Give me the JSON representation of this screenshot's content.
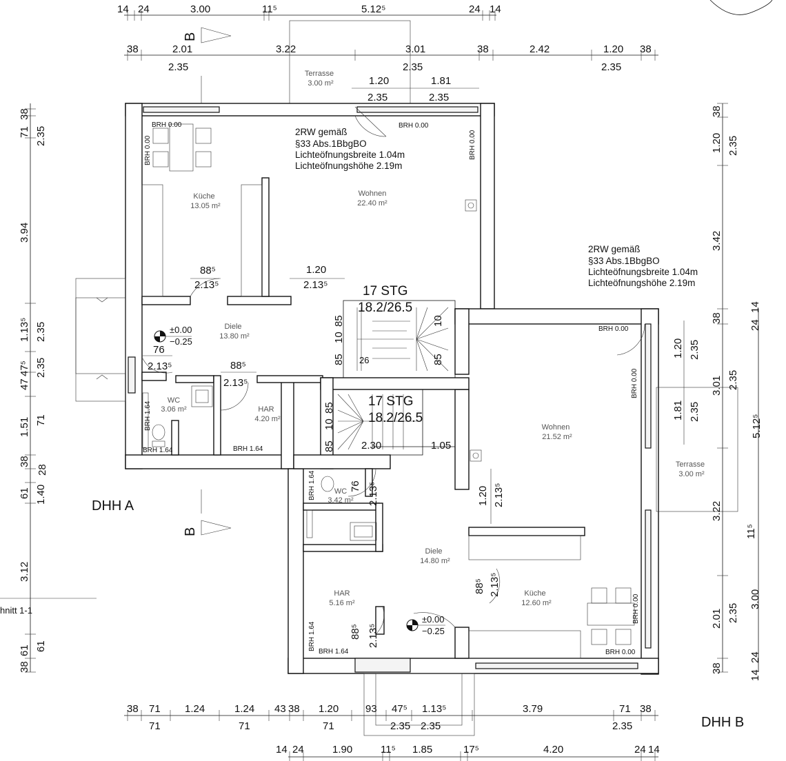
{
  "labels": {
    "dhh_a": "DHH A",
    "dhh_b": "DHH B",
    "schnitt": "hnitt 1-1",
    "section_b": "B"
  },
  "notes": {
    "rw_line1": "2RW gemäß",
    "rw_line2": "§33 Abs.1BbgBO",
    "rw_line3": "Lichteöfnungsbreite 1.04m",
    "rw_line4": "Lichteöfnungshöhe 2.19m"
  },
  "rooms": {
    "terrasse_a": {
      "name": "Terrasse",
      "area": "3.00 m²"
    },
    "kueche_a": {
      "name": "Küche",
      "area": "13.05 m²"
    },
    "wohnen_a": {
      "name": "Wohnen",
      "area": "22.40 m²"
    },
    "diele_a": {
      "name": "Diele",
      "area": "13.80 m²"
    },
    "wc_a": {
      "name": "WC",
      "area": "3.06 m²"
    },
    "har_a": {
      "name": "HAR",
      "area": "4.20 m²"
    },
    "wohnen_b": {
      "name": "Wohnen",
      "area": "21.52 m²"
    },
    "terrasse_b": {
      "name": "Terrasse",
      "area": "3.00 m²"
    },
    "wc_b": {
      "name": "WC",
      "area": "3.42 m²"
    },
    "diele_b": {
      "name": "Diele",
      "area": "14.80 m²"
    },
    "har_b": {
      "name": "HAR",
      "area": "5.16 m²"
    },
    "kueche_b": {
      "name": "Küche",
      "area": "12.60 m²"
    }
  },
  "stairs": {
    "a_line1": "17 STG",
    "a_line2": "18.2/26.5",
    "b_line1": "17 STG",
    "b_line2": "18.2/26.5",
    "a_r1": "85",
    "a_r2": "10",
    "a_r3": "85",
    "a_r4": "10",
    "a_r5": "85",
    "a_26": "26",
    "b_r1": "85",
    "b_r2": "10",
    "b_r3": "85",
    "b_230": "2.30",
    "b_105": "1.05"
  },
  "brh": {
    "a1": "BRH 0.00",
    "a2": "BRH 0.00",
    "a3": "BRH 0.00",
    "a4": "BRH 0.00",
    "a5": "BRH 1.64",
    "a6": "BRH 1.64",
    "a7": "BRH 1.64",
    "b1": "BRH 0.00",
    "b2": "BRH 0.00",
    "b3": "BRH 1.64",
    "b4": "BRH 0.00",
    "b5": "BRH 0.00",
    "b6": "BRH 1.64",
    "b7": "BRH 1.64"
  },
  "levels": {
    "a_plus": "±0.00",
    "a_minus": "−0.25",
    "b_plus": "±0.00",
    "b_minus": "−0.25"
  },
  "door_dims": {
    "d1a": "88⁵",
    "d1b": "2.13⁵",
    "d2a": "1.20",
    "d2b": "2.13⁵",
    "d3a": "76",
    "d3b": "2.13⁵",
    "d4a": "88⁵",
    "d4b": "2.13⁵",
    "d5a": "1.20",
    "d5b": "2.35",
    "d6a": "1.20",
    "d6b": "2.35",
    "d7a": "1.81",
    "d7b": "2.35",
    "d8a": "76",
    "d8b": "2.13⁵",
    "d9a": "1.20",
    "d9b": "2.13⁵",
    "d10a": "88⁵",
    "d10b": "2.13⁵",
    "d11a": "88⁵",
    "d11b": "2.13⁵",
    "d12a": "1.81",
    "d12b": "2.35",
    "d13a": "1.20",
    "d13b": "2.35"
  },
  "dims_top": {
    "r1": [
      "14",
      "24",
      "3.00",
      "11⁵",
      "5.12⁵",
      "24",
      "14"
    ],
    "r2": [
      "38",
      "2.01",
      "3.22",
      "3.01",
      "38",
      "2.42",
      "1.20",
      "38"
    ],
    "r2b": [
      "2.35",
      "2.35",
      "2.35"
    ]
  },
  "dims_bottom": {
    "r1": [
      "38",
      "71",
      "1.24",
      "1.24",
      "43",
      "38",
      "1.20",
      "93",
      "47⁵",
      "1.13⁵",
      "3.79",
      "71",
      "38"
    ],
    "r1b": [
      "71",
      "71",
      "71",
      "2.35",
      "2.35",
      "2.35"
    ],
    "r2": [
      "14",
      "24",
      "1.90",
      "11⁵",
      "1.85",
      "17⁵",
      "4.20",
      "24",
      "14"
    ]
  },
  "dims_left": {
    "a": [
      "38",
      "71",
      "2.35",
      "3.94",
      "1.13⁵",
      "2.35",
      "47",
      "47⁵",
      "2.35",
      "1.51",
      "71",
      "38",
      "28",
      "61",
      "1.40",
      "3.12",
      "38",
      "61",
      "61"
    ]
  },
  "dims_right": {
    "a": [
      "38",
      "1.20",
      "2.35",
      "3.42",
      "38",
      "3.01",
      "2.35",
      "3.22",
      "2.01",
      "2.35",
      "3.00",
      "38",
      "14",
      "24"
    ],
    "b": [
      "24",
      "14",
      "5.12⁵",
      "11⁵"
    ]
  }
}
